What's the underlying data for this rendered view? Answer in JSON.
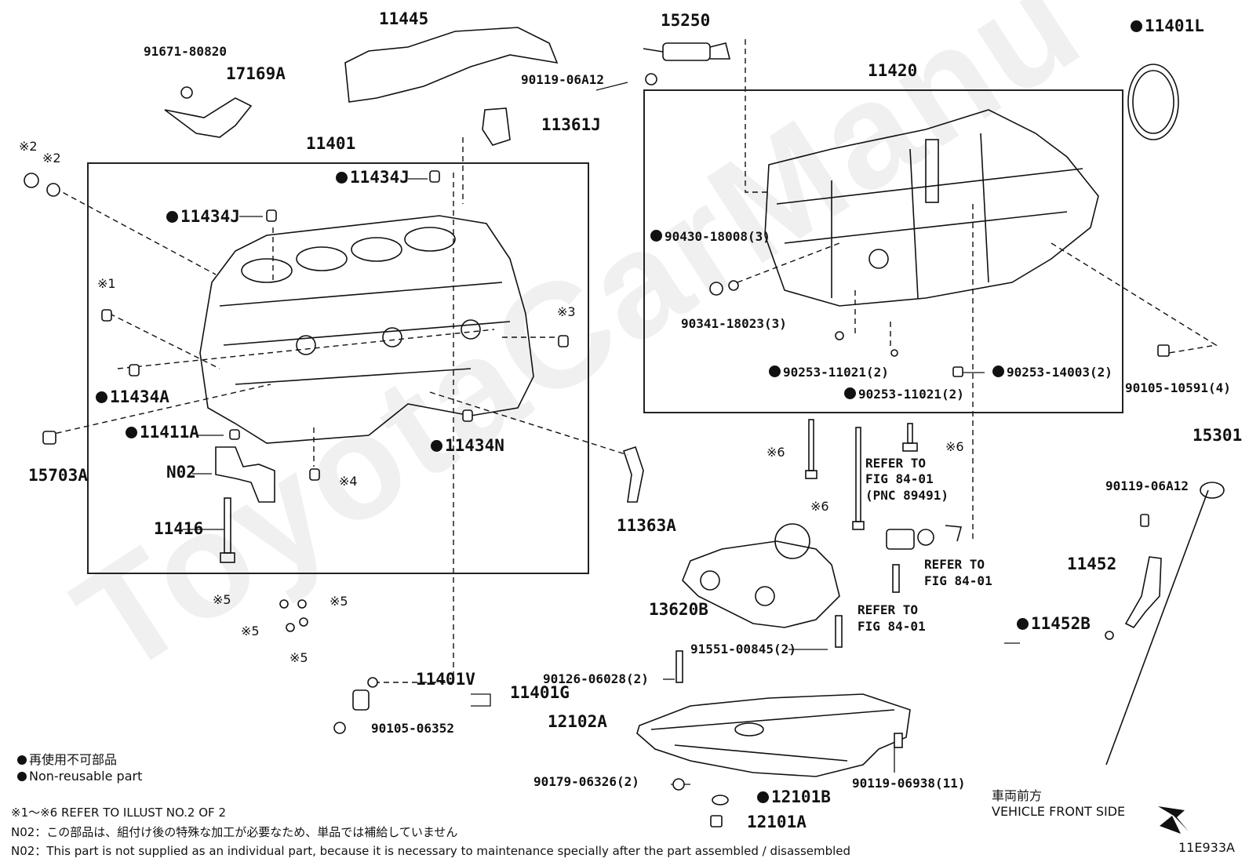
{
  "watermark": "ToyotaCarManu",
  "labels": {
    "p11445": "11445",
    "p15250": "15250",
    "p11401L": "11401L",
    "p91671": "91671-80820",
    "p17169A": "17169A",
    "p90119_top": "90119-06A12",
    "p11420": "11420",
    "p11361J": "11361J",
    "p11401": "11401",
    "p11434J_a": "11434J",
    "p11434J_b": "11434J",
    "p90430": "90430-18008(3)",
    "p90341": "90341-18023(3)",
    "p90253_a": "90253-11021(2)",
    "p90253_b": "90253-11021(2)",
    "p90253_c": "90253-14003(2)",
    "p90105_r": "90105-10591(4)",
    "p11434A": "11434A",
    "p11411A": "11411A",
    "p11434N": "11434N",
    "p15703A": "15703A",
    "pN02": "N02",
    "p11416": "11416",
    "p11363A": "11363A",
    "p15301": "15301",
    "p90119_r": "90119-06A12",
    "p11452": "11452",
    "p11452B": "11452B",
    "p13620B": "13620B",
    "p91551": "91551-00845(2)",
    "p90126": "90126-06028(2)",
    "p11401V": "11401V",
    "p11401G": "11401G",
    "p90105_b": "90105-06352",
    "p12102A": "12102A",
    "p90179": "90179-06326(2)",
    "p90119_b": "90119-06938(11)",
    "p12101B": "12101B",
    "p12101A": "12101A",
    "ref1a": "REFER TO",
    "ref1b": "FIG 84-01",
    "ref1c": "(PNC 89491)",
    "ref2a": "REFER TO",
    "ref2b": "FIG 84-01",
    "ref3a": "REFER TO",
    "ref3b": "FIG 84-01",
    "code": "11E933A"
  },
  "marks": {
    "m2a": "※2",
    "m2b": "※2",
    "m1": "※1",
    "m3": "※3",
    "m4": "※4",
    "m6a": "※6",
    "m6b": "※6",
    "m6c": "※6",
    "m5a": "※5",
    "m5b": "※5",
    "m5c": "※5",
    "m5d": "※5"
  },
  "legend": {
    "jp": "再使用不可部品",
    "en": "Non-reusable part",
    "refer": "※1～※6  REFER TO ILLUST NO.2 OF 2",
    "n02_jp": "N02：この部品は、組付け後の特殊な加工が必要なため、単品では補給していません",
    "n02_en": "N02：This part is not supplied as an individual part, because it is necessary to maintenance specially after the part assembled / disassembled"
  },
  "front": {
    "jp": "車両前方",
    "en": "VEHICLE FRONT SIDE"
  }
}
